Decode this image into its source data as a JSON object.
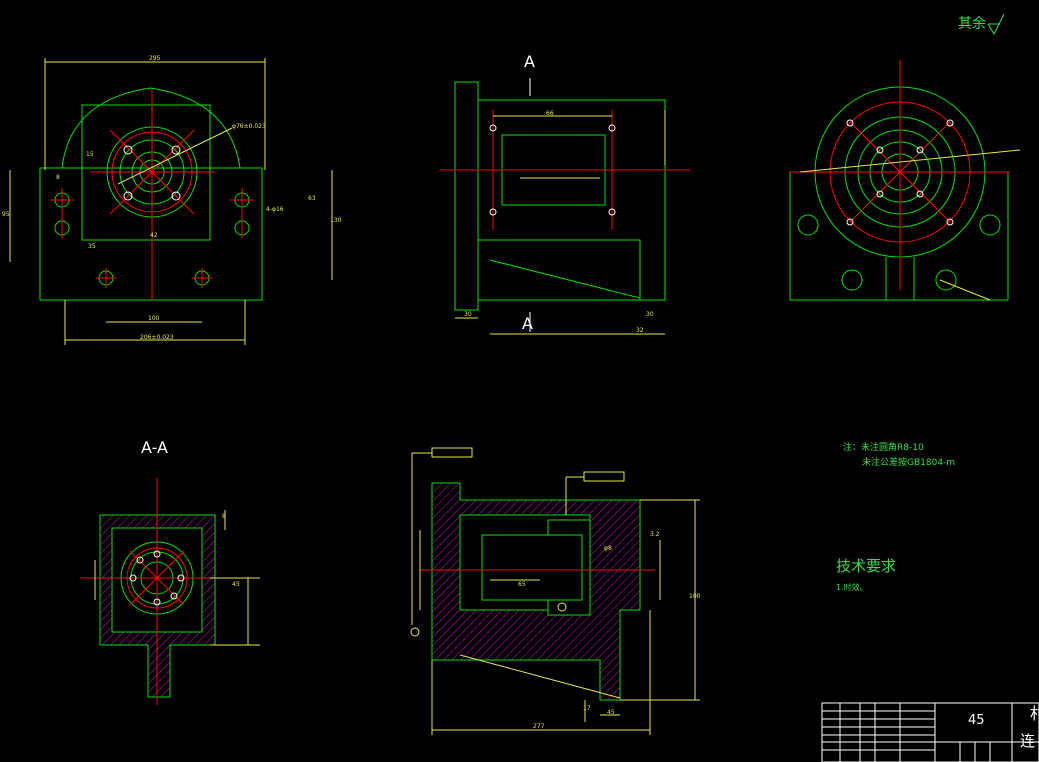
{
  "header": {
    "surface_finish": "其余"
  },
  "section_marks": {
    "top_a": "A",
    "bottom_a": "A",
    "aa_title": "A-A"
  },
  "notes": {
    "line1": "注：未注圆角R8-10",
    "line2": "未注公差按GB1804-m",
    "tech_title": "技术要求",
    "tech_item": "1.时效。"
  },
  "title_block": {
    "material": "45",
    "partial_title": "村",
    "partial_title2": "连"
  },
  "dims": {
    "d1": "295",
    "d2": "95",
    "d3": "63",
    "d4": "15",
    "d5": "8",
    "d6": "35",
    "d7": "42",
    "d8": "100",
    "d9": "130",
    "d10": "206±0.023",
    "d11": "4-φ16",
    "d12": "φ76±0.023",
    "d13": "30",
    "d14": "66",
    "d15": "30",
    "d16": "32",
    "d17": "277",
    "d18": "45",
    "d19": "17",
    "d20": "65",
    "d21": "100",
    "d22": "45",
    "d23": "8",
    "d24": "φ8",
    "d25": "3.2"
  },
  "colors": {
    "outline": "#00e000",
    "center": "#e00000",
    "dimension": "#e8e84a",
    "hatch": "#c000c0",
    "text": "#30e040",
    "white": "#ffffff"
  }
}
